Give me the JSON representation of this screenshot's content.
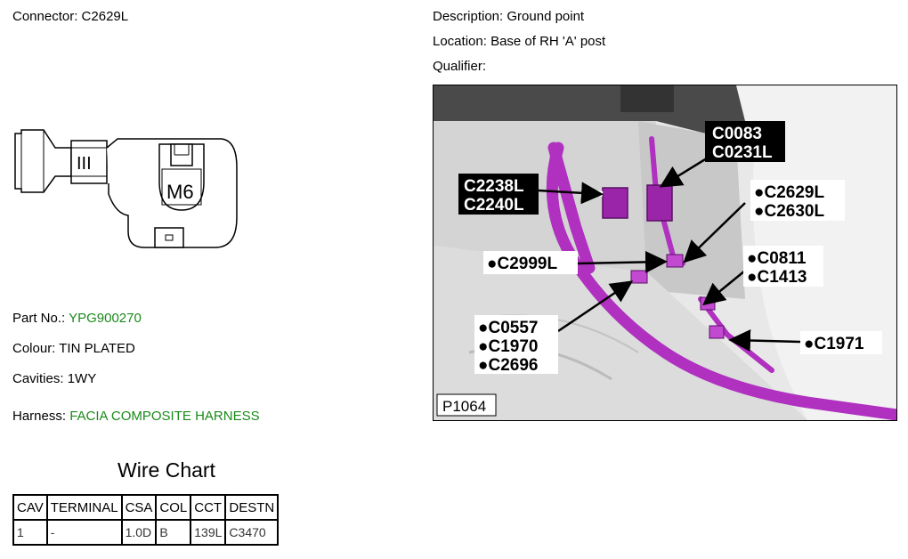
{
  "connector": {
    "label": "Connector:",
    "value": "C2629L"
  },
  "description": {
    "label": "Description:",
    "value": "Ground point"
  },
  "location": {
    "label": "Location:",
    "value": "Base of RH 'A' post"
  },
  "qualifier": {
    "label": "Qualifier:",
    "value": ""
  },
  "part_no": {
    "label": "Part No.:",
    "value": "YPG900270"
  },
  "colour": {
    "label": "Colour:",
    "value": "TIN PLATED"
  },
  "cavities": {
    "label": "Cavities:",
    "value": "1WY"
  },
  "harness": {
    "label": "Harness:",
    "value": "FACIA COMPOSITE HARNESS"
  },
  "diagram": {
    "pin_label": "III",
    "stud_label": "M6"
  },
  "wire_chart": {
    "title": "Wire Chart",
    "headers": [
      "CAV",
      "TERMINAL",
      "CSA",
      "COL",
      "CCT",
      "DESTN"
    ],
    "rows": [
      [
        "1",
        "-",
        "1.0D",
        "B",
        "139L",
        "C3470"
      ]
    ]
  },
  "photo": {
    "ref": "P1064",
    "callouts": {
      "c0083": [
        "C0083",
        "C0231L"
      ],
      "c2238": [
        "C2238L",
        "C2240L"
      ],
      "c2629": [
        "C2629L",
        "C2630L"
      ],
      "c2999": [
        "C2999L"
      ],
      "c0811": [
        "C0811",
        "C1413"
      ],
      "c0557": [
        "C0557",
        "C1970",
        "C2696"
      ],
      "c1971": [
        "C1971"
      ]
    },
    "colors": {
      "harness": "#b030c0",
      "callout_bg": "#000000",
      "callout_text": "#ffffff"
    }
  }
}
